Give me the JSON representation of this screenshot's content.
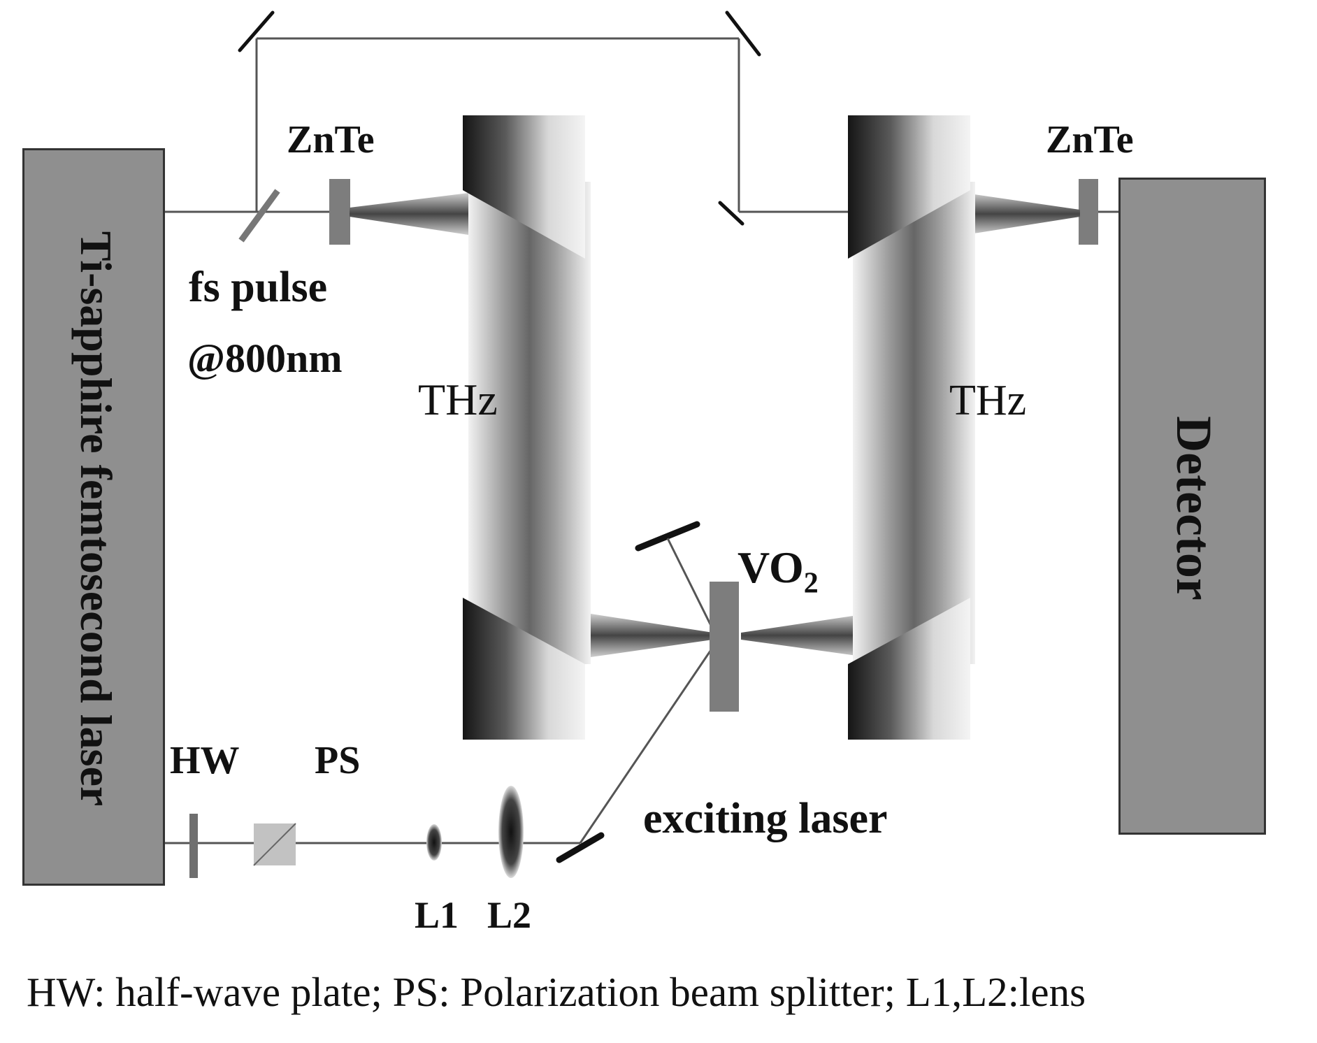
{
  "diagram": {
    "laser_label": "Ti-sapphire femtosecond laser",
    "detector_label": "Detector",
    "znte_left": "ZnTe",
    "znte_right": "ZnTe",
    "fs_pulse": "fs pulse",
    "wavelength": "@800nm",
    "thz_left": "THz",
    "thz_right": "THz",
    "vo2_main": "VO",
    "vo2_sub": "2",
    "hw": "HW",
    "ps": "PS",
    "l1": "L1",
    "l2": "L2",
    "exciting_laser": "exciting laser",
    "caption": "HW: half-wave plate; PS: Polarization beam splitter; L1,L2:lens"
  },
  "colors": {
    "box_fill": "#8f8f8f",
    "line": "#555555",
    "mirror": "#111111"
  }
}
